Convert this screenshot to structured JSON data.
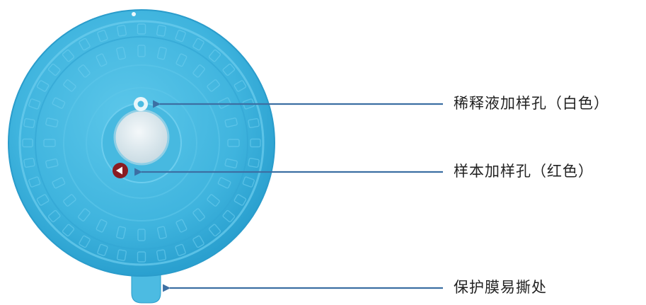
{
  "labels": {
    "diluent_port": "稀释液加样孔（白色）",
    "sample_port": "样本加样孔（红色）",
    "film_tear": "保护膜易撕处"
  },
  "colors": {
    "disc_fill": "#3fb4de",
    "disc_edge": "#2a9ccb",
    "disc_ridge": "#6ccdee",
    "center_window": "#dde9ee",
    "diluent_port": "#e8f6fb",
    "sample_port": "#8a1c22",
    "arrow": "#3c6fa3",
    "text": "#222222"
  },
  "icons": {
    "diluent_port": "white-ring-port",
    "sample_port": "red-port-with-triangle",
    "arrowheads": "left-pointing-arrow"
  }
}
